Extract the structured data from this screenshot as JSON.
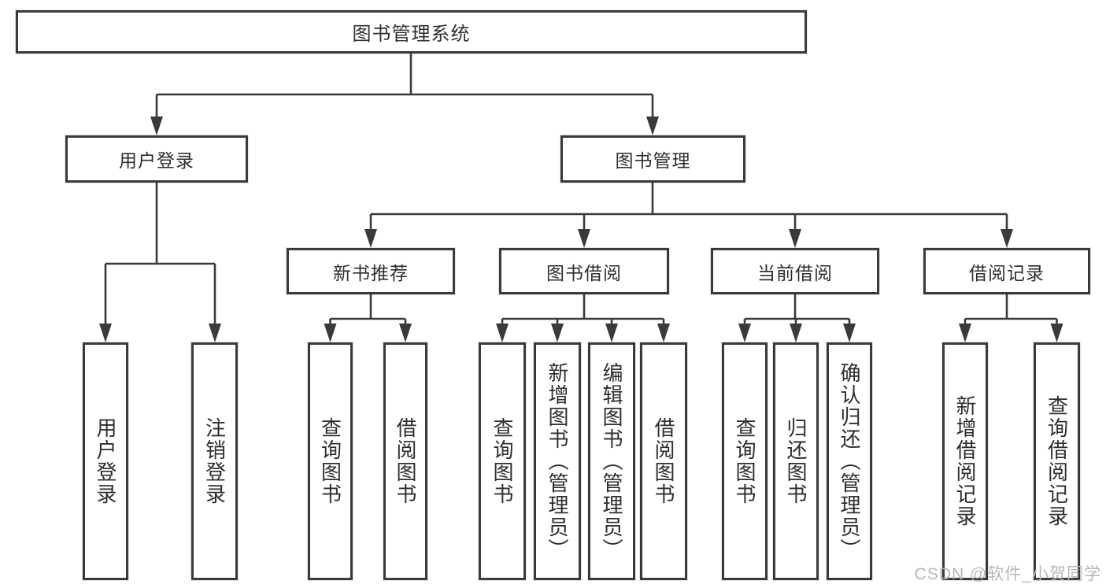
{
  "diagram": {
    "root": {
      "label": "图书管理系统"
    },
    "level2": {
      "user_login": {
        "label": "用户登录"
      },
      "book_mgmt": {
        "label": "图书管理"
      }
    },
    "level3": {
      "new_book": {
        "label": "新书推荐"
      },
      "book_borrow": {
        "label": "图书借阅"
      },
      "current_borrow": {
        "label": "当前借阅"
      },
      "borrow_record": {
        "label": "借阅记录"
      }
    },
    "leaves": {
      "user_login": [
        "用户登录",
        "注销登录"
      ],
      "new_book": [
        "查询图书",
        "借阅图书"
      ],
      "book_borrow": [
        "查询图书",
        "新增图书（管理员）",
        "编辑图书（管理员）",
        "借阅图书"
      ],
      "current_borrow": [
        "查询图书",
        "归还图书",
        "确认归还（管理员）"
      ],
      "borrow_record": [
        "新增借阅记录",
        "查询借阅记录"
      ]
    },
    "colors": {
      "line": "#3a3a3a",
      "text": "#2e2e2e",
      "background": "#ffffff",
      "watermark": "#bab6b6"
    },
    "watermark": "CSDN @软件_小贺同学"
  }
}
